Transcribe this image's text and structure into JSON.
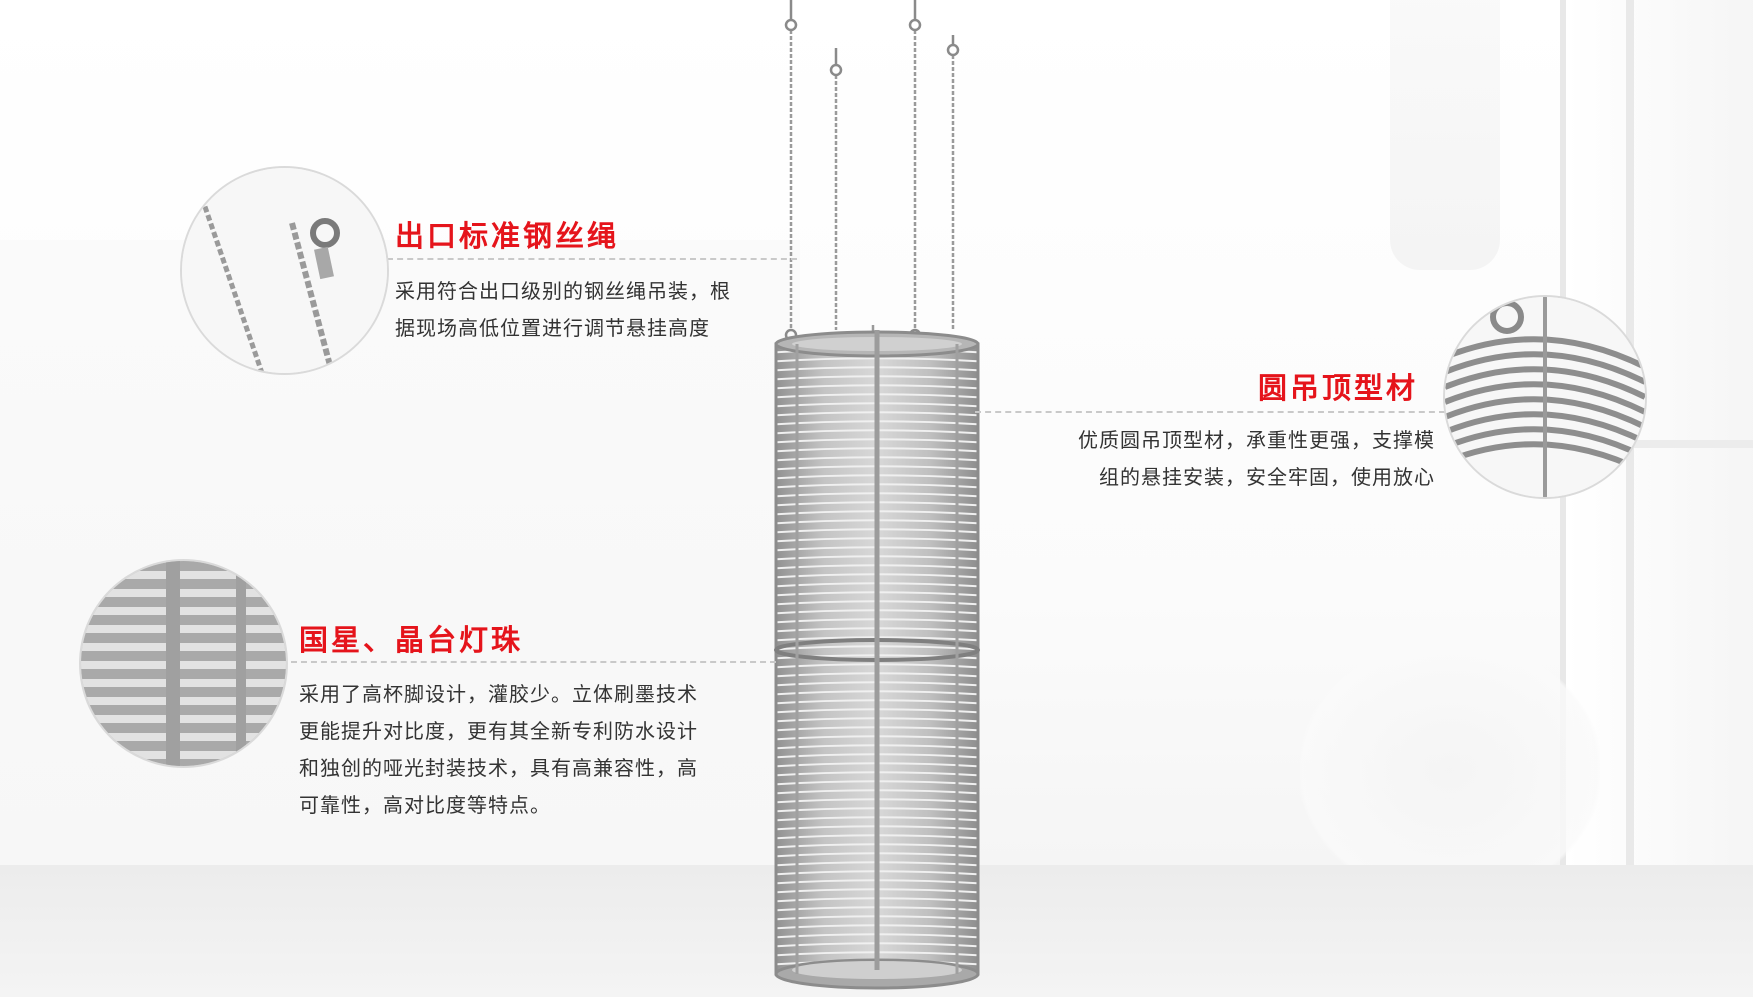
{
  "callouts": [
    {
      "title": "出口标准钢丝绳",
      "lines": [
        "采用符合出口级别的钢丝绳吊装，根",
        "据现场高低位置进行调节悬挂高度"
      ]
    },
    {
      "title": "圆吊顶型材",
      "lines": [
        "优质圆吊顶型材，承重性更强，支撑模",
        "组的悬挂安装，安全牢固，使用放心"
      ]
    },
    {
      "title": "国星、晶台灯珠",
      "lines": [
        "采用了高杯脚设计，灌胶少。立体刷墨技术",
        "更能提升对比度，更有其全新专利防水设计",
        "和独创的哑光封装技术，具有高兼容性，高",
        "可靠性，高对比度等特点。"
      ]
    }
  ],
  "colors": {
    "accent": "#e5141b",
    "text": "#333333",
    "product": "#9a9a9a"
  },
  "icons": {
    "wire_detail": "wire-rope-closeup-icon",
    "profile_detail": "ceiling-profile-closeup-icon",
    "led_detail": "led-bead-closeup-icon",
    "product": "cylindrical-led-screen-icon"
  }
}
